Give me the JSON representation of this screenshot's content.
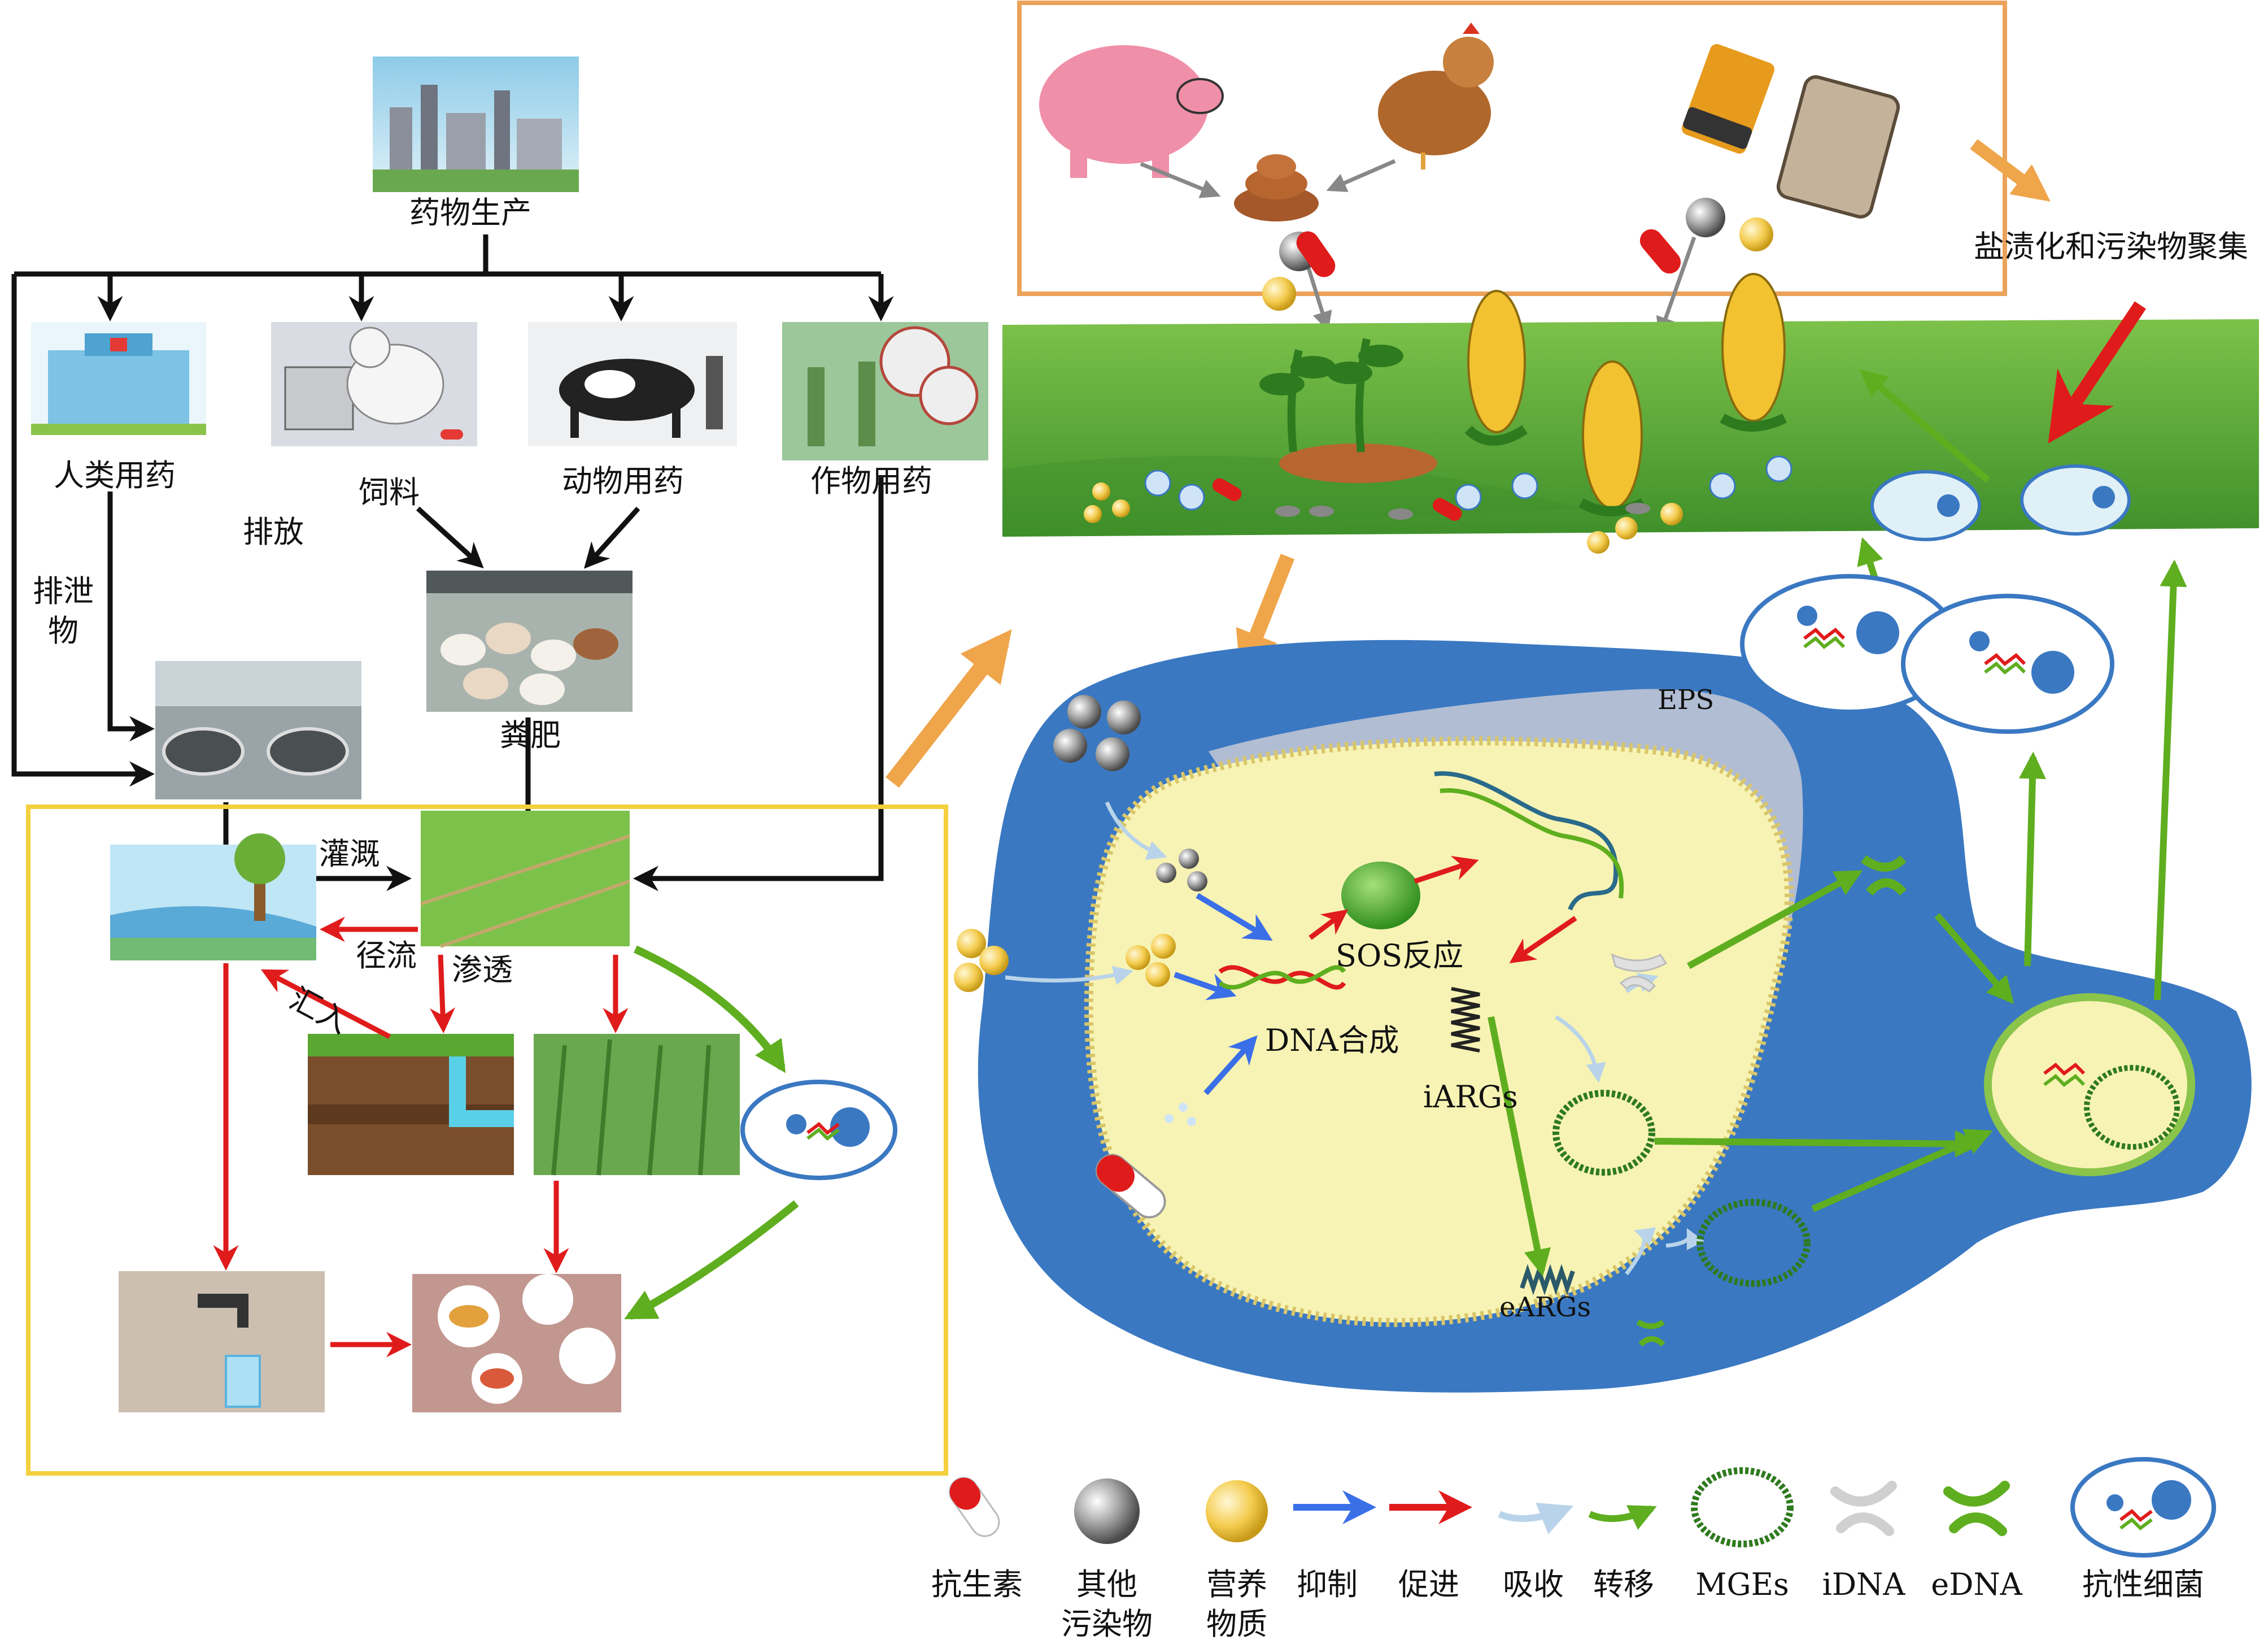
{
  "labels": {
    "drug_production": "药物生产",
    "human_medicine": "人类用药",
    "feed": "饲料",
    "animal_medicine": "动物用药",
    "crop_medicine": "作物用药",
    "discharge": "排放",
    "excreta_1": "排泄",
    "excreta_2": "物",
    "manure": "粪肥",
    "irrigation": "灌溉",
    "runoff": "径流",
    "inflow": "汇入",
    "infiltration": "渗透",
    "salinization": "盐渍化和污染物聚集",
    "eps": "EPS",
    "sos": "SOS反应",
    "dna_synthesis": "DNA合成",
    "iargs": "iARGs",
    "eargs": "eARGs"
  },
  "legend": [
    {
      "icon": "antibiotic-capsule-icon",
      "lines": [
        "抗生素"
      ]
    },
    {
      "icon": "other-pollutant-ball-icon",
      "lines": [
        "其他",
        "污染物"
      ]
    },
    {
      "icon": "nutrient-ball-icon",
      "lines": [
        "营养",
        "物质"
      ]
    },
    {
      "icon": "inhibit-arrow-icon",
      "lines": [
        "抑制"
      ]
    },
    {
      "icon": "promote-arrow-icon",
      "lines": [
        "促进"
      ]
    },
    {
      "icon": "absorb-arrow-icon",
      "lines": [
        "吸收"
      ]
    },
    {
      "icon": "transfer-arrow-icon",
      "lines": [
        "转移"
      ]
    },
    {
      "icon": "mge-ring-icon",
      "lines": [
        "MGEs"
      ]
    },
    {
      "icon": "idna-icon",
      "lines": [
        "iDNA"
      ]
    },
    {
      "icon": "edna-icon",
      "lines": [
        "eDNA"
      ]
    },
    {
      "icon": "resistant-bacteria-icon",
      "lines": [
        "抗性细菌"
      ]
    }
  ],
  "colors": {
    "black_arrow": "#111111",
    "red_arrow": "#e01b1b",
    "green_arrow": "#5fae1f",
    "blue_arrow": "#3a6fe8",
    "orange_arrow": "#efa54a",
    "water": "#3a78c2",
    "cell": "#f7f3b4",
    "yellow_box": "#f3d03e",
    "orange_box": "#eba25a",
    "field": "#5aa832"
  }
}
